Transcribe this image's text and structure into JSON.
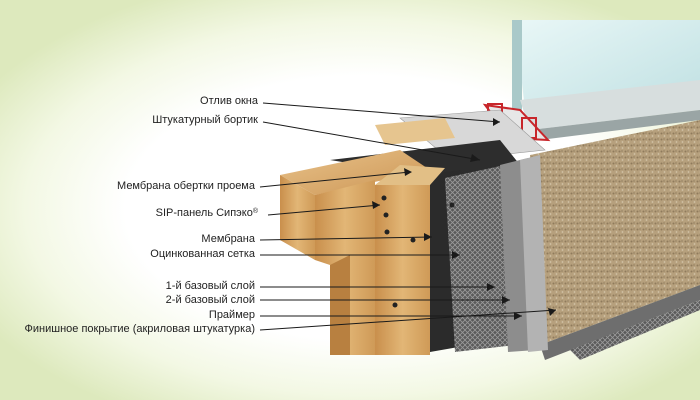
{
  "labels": {
    "otliv": "Отлив окна",
    "bortik": "Штукатурный бортик",
    "membrana_obertki": "Мембрана обертки проема",
    "sip_panel": "SIP-панель Сипэко",
    "sip_mark": "®",
    "membrana": "Мембрана",
    "setka": "Оцинкованная сетка",
    "sloy1": "1-й базовый слой",
    "sloy2": "2-й базовый слой",
    "praymer": "Праймер",
    "finish": "Финишное покрытие (акриловая штукатурка)"
  },
  "colors": {
    "wood": "#d9a866",
    "plaster": "#b9a483",
    "membrane": "#2d2d2d",
    "glass": "#cfe9ea",
    "sill": "#d6d6d6"
  }
}
